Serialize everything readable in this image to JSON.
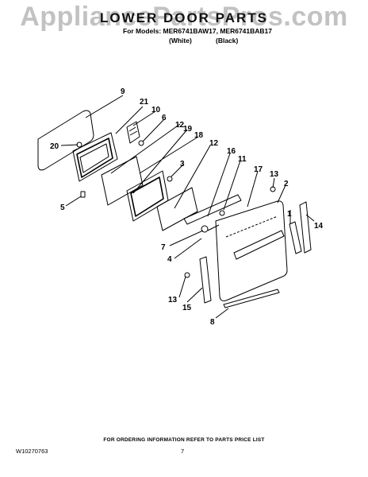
{
  "watermark": "AppliancePartsPros.com",
  "header": {
    "title": "LOWER DOOR PARTS",
    "models": "For Models: MER6741BAW17, MER6741BAB17",
    "variant_white": "(White)",
    "variant_black": "(Black)"
  },
  "callouts": [
    "9",
    "21",
    "10",
    "6",
    "12",
    "19",
    "18",
    "20",
    "3",
    "12",
    "16",
    "11",
    "17",
    "13",
    "2",
    "5",
    "1",
    "14",
    "7",
    "4",
    "13",
    "15",
    "8"
  ],
  "footer": {
    "ordering_info": "FOR ORDERING INFORMATION REFER TO PARTS PRICE LIST",
    "doc_number": "W10270763",
    "page_number": "7"
  }
}
